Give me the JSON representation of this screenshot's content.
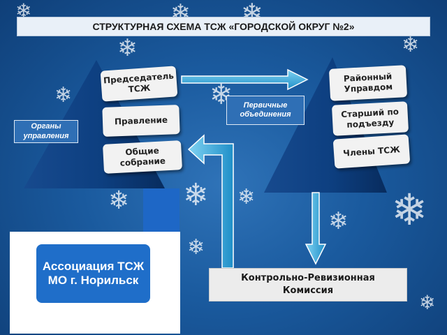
{
  "title": "СТРУКТУРНАЯ СХЕМА ТСЖ «ГОРОДСКОЙ ОКРУГ №2»",
  "left_pyramid": {
    "label": [
      "Органы",
      "управления"
    ],
    "boxes": [
      [
        "Председатель",
        "ТСЖ"
      ],
      [
        "Правление"
      ],
      [
        "Общие собрание"
      ]
    ]
  },
  "right_pyramid": {
    "label": [
      "Первичные",
      "объединения"
    ],
    "boxes": [
      [
        "Районный",
        "Управдом"
      ],
      [
        "Старший по",
        "подъезду"
      ],
      [
        "Члены ТСЖ"
      ]
    ]
  },
  "association": [
    "Ассоциация ТСЖ",
    "МО г. Норильск"
  ],
  "control_commission": [
    "Контрольно-Ревизионная",
    "Комиссия"
  ],
  "colors": {
    "background": "#1a5a9e",
    "pyramid": "#0e3f82",
    "arrow": "#2aa6dc",
    "label_box": "#2f6fb5",
    "association": "#1f6ec9"
  },
  "icons": [
    "snowflake-icon"
  ]
}
